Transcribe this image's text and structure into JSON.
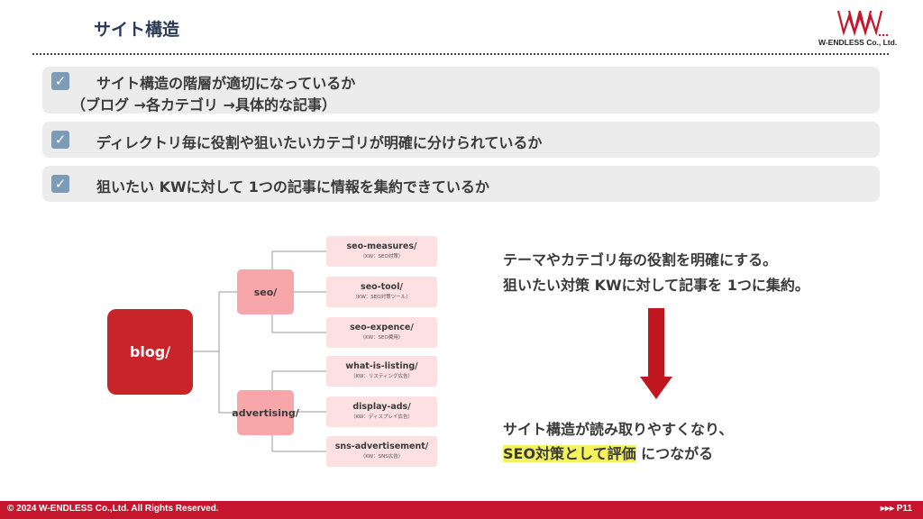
{
  "header": {
    "title": "サイト構造",
    "logo_text": "W-ENDLESS Co., Ltd."
  },
  "checklist": [
    {
      "icon": "✓",
      "lines": [
        "サイト構造の階層が適切になっているか",
        "（ブログ →各カテゴリ →具体的な記事）"
      ]
    },
    {
      "icon": "✓",
      "lines": [
        "ディレクトリ毎に役割や狙いたいカテゴリが明確に分けられているか"
      ]
    },
    {
      "icon": "✓",
      "lines": [
        "狙いたい KWに対して 1つの記事に情報を集約できているか"
      ]
    }
  ],
  "tree": {
    "root": "blog/",
    "branches": [
      {
        "label": "seo/",
        "leaves": [
          {
            "name": "seo-measures/",
            "kw": "（KW：SEO対策）"
          },
          {
            "name": "seo-tool/",
            "kw": "（KW：SEO対策ツール）"
          },
          {
            "name": "seo-expence/",
            "kw": "（KW：SEO費用）"
          }
        ]
      },
      {
        "label": "advertising/",
        "leaves": [
          {
            "name": "what-is-listing/",
            "kw": "（KW：リスティング広告）"
          },
          {
            "name": "display-ads/",
            "kw": "（KW：ディスプレイ広告）"
          },
          {
            "name": "sns-advertisement/",
            "kw": "（KW：SNS広告）"
          }
        ]
      }
    ]
  },
  "right_panel": {
    "line1": "テーマやカテゴリ毎の役割を明確にする。",
    "line2": "狙いたい対策 KWに対して記事を 1つに集約。",
    "result_line1": "サイト構造が読み取りやすくなり、",
    "result_highlight": "SEO対策として評価",
    "result_rest": " につながる",
    "arrow_color": "#c0161f"
  },
  "footer": {
    "copyright": "© 2024 W-ENDLESS Co.,Ltd. All Rights Reserved.",
    "page": "▸▸▸ P11"
  }
}
